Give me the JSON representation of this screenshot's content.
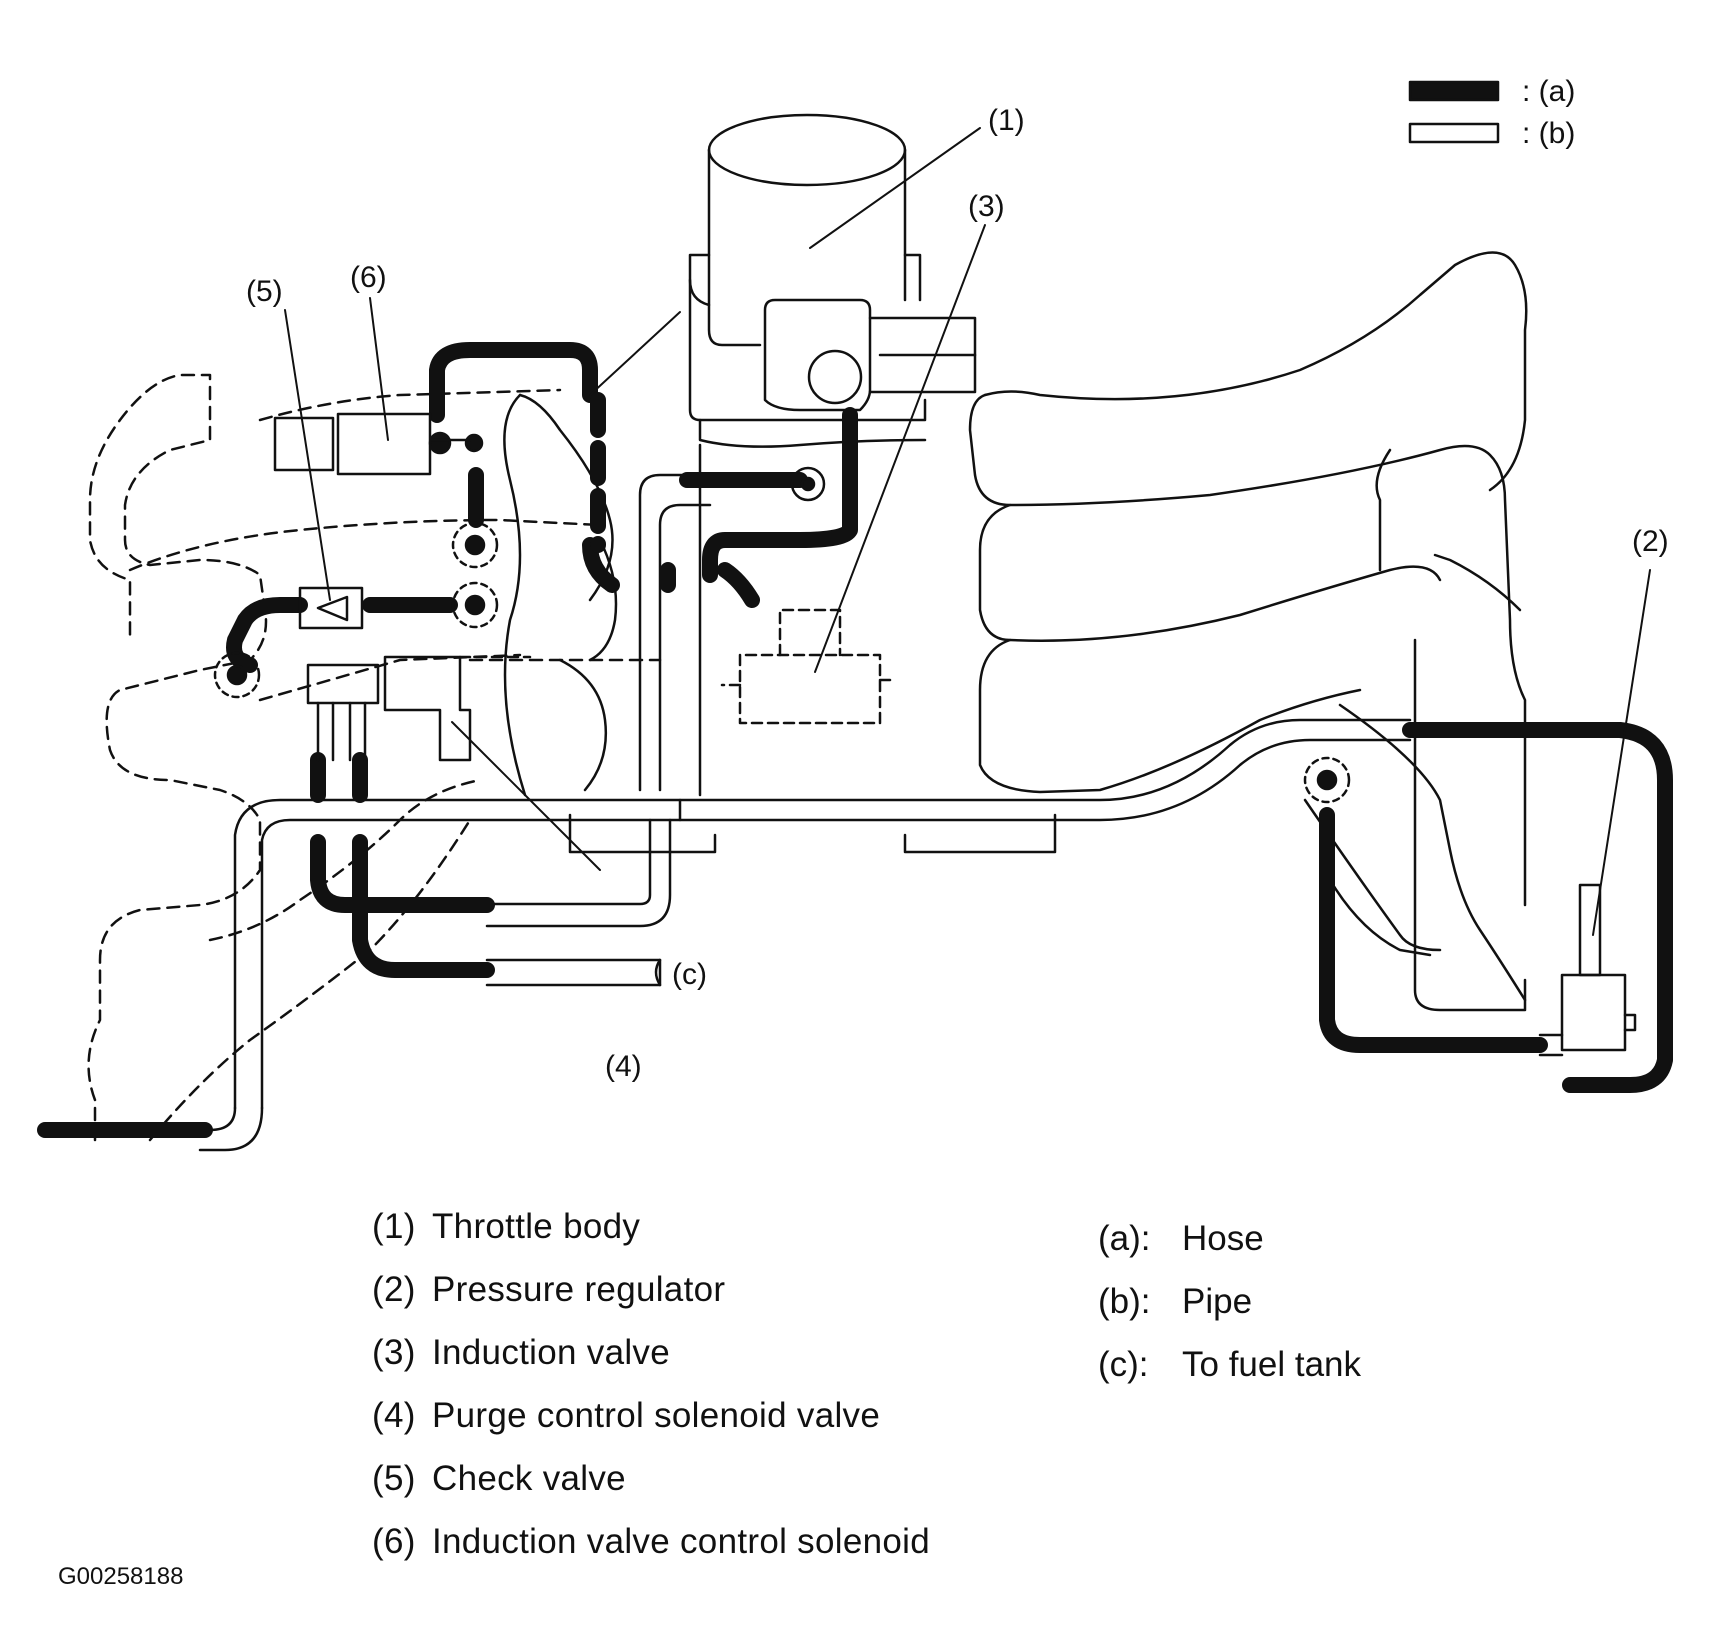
{
  "diagram": {
    "legend": [
      {
        "style": "solid-black",
        "label": ": (a)"
      },
      {
        "style": "outline",
        "label": ": (b)"
      }
    ],
    "callouts": {
      "c1": "(1)",
      "c2": "(2)",
      "c3": "(3)",
      "c4": "(4)",
      "c5": "(5)",
      "c6": "(6)",
      "tank": "(c)"
    },
    "colors": {
      "hose": "#111111",
      "pipe": "#ffffff",
      "line": "#111111"
    }
  },
  "parts_list": [
    {
      "num": "(1)",
      "name": "Throttle body"
    },
    {
      "num": "(2)",
      "name": "Pressure regulator"
    },
    {
      "num": "(3)",
      "name": "Induction valve"
    },
    {
      "num": "(4)",
      "name": "Purge control solenoid valve"
    },
    {
      "num": "(5)",
      "name": "Check valve"
    },
    {
      "num": "(6)",
      "name": "Induction valve control solenoid"
    }
  ],
  "abbreviations": [
    {
      "key": "(a):",
      "value": "Hose"
    },
    {
      "key": "(b):",
      "value": "Pipe"
    },
    {
      "key": "(c):",
      "value": "To fuel tank"
    }
  ],
  "figure_id": "G00258188"
}
